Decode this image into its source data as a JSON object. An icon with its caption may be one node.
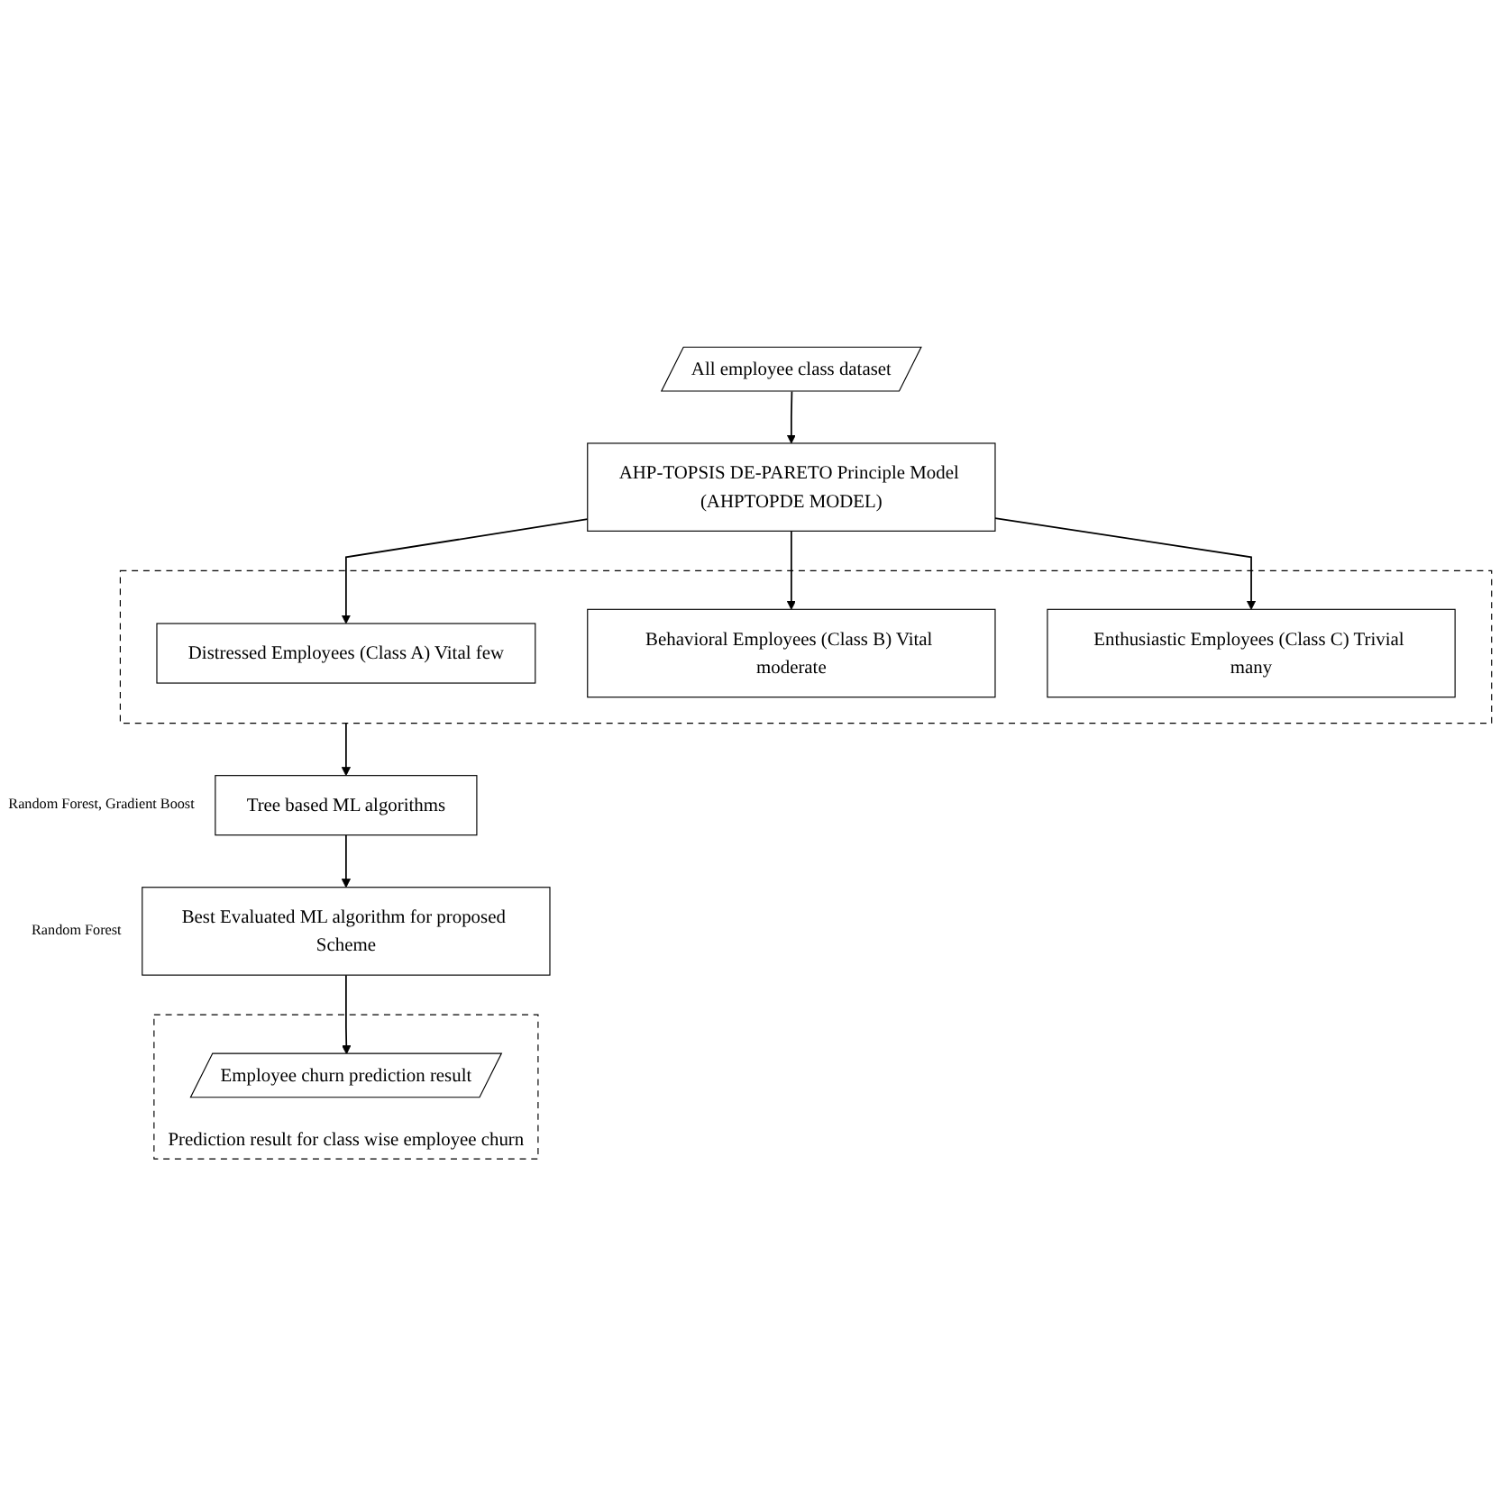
{
  "diagram": {
    "nodes": [
      {
        "text": [
          "All employee class dataset"
        ]
      },
      {
        "text": [
          "AHP-TOPSIS DE-PARETO Principle Model (AHPTOPDE MODEL)"
        ]
      },
      {
        "text": [],
        "shape": "box"
      },
      {
        "text": [
          "Distressed Employees (Class A) Vital few"
        ],
        "in": 2
      },
      {
        "text": [
          "Behavioral Employees (Class B) Vital moderate"
        ],
        "in": 2
      },
      {
        "text": [
          "Enthusiastic Employees (Class C) Trivial many"
        ],
        "in": 2
      },
      {
        "text": [
          "Tree based ML algorithms"
        ],
        "beside": [
          "Random Forest, Gradient Boost"
        ]
      },
      {
        "text": [
          "Best Evaluated ML algorithm for proposed Scheme"
        ],
        "beside": [
          "Random Forest"
        ]
      },
      {
        "text": [
          "Prediction result for class wise employee churn"
        ]
      },
      {
        "text": [
          "Employee churn prediction result"
        ],
        "in": 8
      }
    ],
    "edges": [
      {
        "from": 0,
        "to": 1,
        "arrow": "to"
      },
      {
        "from": 1,
        "to": 3,
        "arrow": "to"
      },
      {
        "from": 1,
        "to": 4,
        "arrow": "to"
      },
      {
        "from": 1,
        "to": 5,
        "arrow": "to"
      },
      {
        "from": 2,
        "to": 6,
        "arrow": "to"
      },
      {
        "from": 6,
        "to": 7,
        "arrow": "to"
      },
      {
        "from": 7,
        "to": 9,
        "arrow": "to"
      }
    ]
  }
}
